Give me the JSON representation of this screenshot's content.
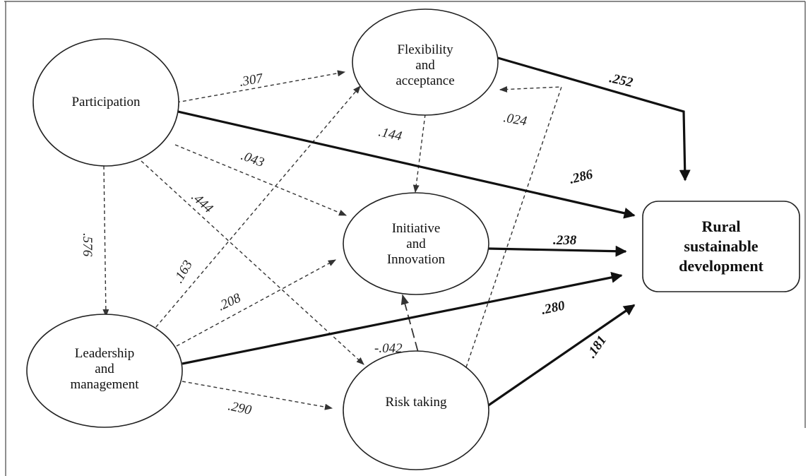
{
  "nodes": {
    "participation": "Participation",
    "flexibility": [
      "Flexibility",
      "and",
      "acceptance"
    ],
    "initiative": [
      "Initiative",
      "and",
      "Innovation"
    ],
    "leadership": [
      "Leadership",
      "and",
      "management"
    ],
    "risk": "Risk taking",
    "rural": [
      "Rural",
      "sustainable",
      "development"
    ]
  },
  "paths": [
    {
      "from": "participation",
      "to": "flexibility",
      "coefficient": ".307",
      "style": "dashed"
    },
    {
      "from": "participation",
      "to": "initiative",
      "coefficient": ".043",
      "style": "dashed"
    },
    {
      "from": "participation",
      "to": "risk",
      "coefficient": ".444",
      "style": "dashed"
    },
    {
      "from": "participation",
      "to": "leadership",
      "coefficient": ".576",
      "style": "dashed"
    },
    {
      "from": "participation",
      "to": "rural",
      "coefficient": ".286",
      "style": "solid"
    },
    {
      "from": "leadership",
      "to": "flexibility",
      "coefficient": ".163",
      "style": "dashed"
    },
    {
      "from": "leadership",
      "to": "initiative",
      "coefficient": ".208",
      "style": "dashed"
    },
    {
      "from": "leadership",
      "to": "risk",
      "coefficient": ".290",
      "style": "dashed"
    },
    {
      "from": "leadership",
      "to": "rural",
      "coefficient": ".280",
      "style": "solid"
    },
    {
      "from": "flexibility",
      "to": "initiative",
      "coefficient": ".144",
      "style": "dashed"
    },
    {
      "from": "flexibility",
      "to": "rural",
      "coefficient": ".252",
      "style": "solid"
    },
    {
      "from": "risk",
      "to": "flexibility",
      "coefficient": ".024",
      "style": "dashed"
    },
    {
      "from": "risk",
      "to": "initiative",
      "coefficient": "-.042",
      "style": "dashed"
    },
    {
      "from": "initiative",
      "to": "rural",
      "coefficient": ".238",
      "style": "solid"
    },
    {
      "from": "risk",
      "to": "rural",
      "coefficient": ".181",
      "style": "solid"
    }
  ]
}
